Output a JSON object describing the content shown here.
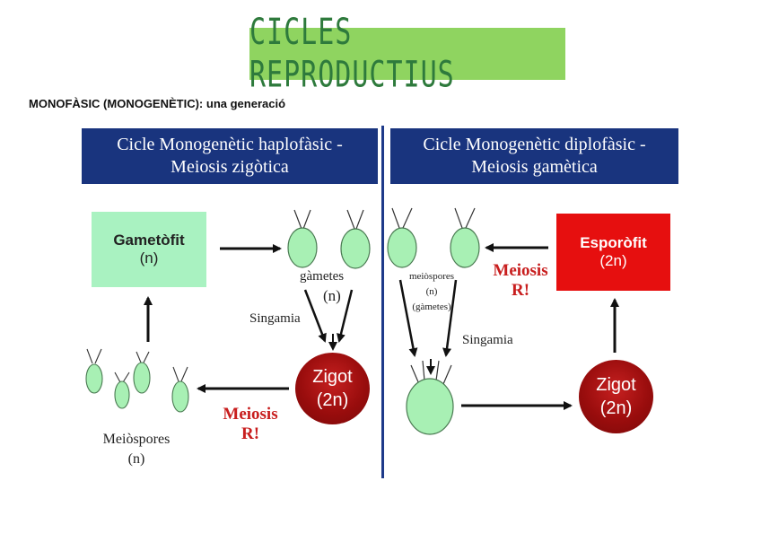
{
  "title": "CICLES REPRODUCTIUS",
  "subtitle": "MONOFÀSIC (MONOGENÈTIC): una generació",
  "left_panel": {
    "header_line1": "Cicle Monogenètic haplofàsic -",
    "header_line2": "Meiosis zigòtica",
    "gametofit_name": "Gametòfit",
    "gametofit_ploidy": "(n)",
    "gametes_label": "gàmetes",
    "gametes_ploidy": "(n)",
    "singamia": "Singamia",
    "zigot_name": "Zigot",
    "zigot_ploidy": "(2n)",
    "meiosis": "Meiosis",
    "meiosis_r": "R!",
    "meiospores_label": "Meiòspores",
    "meiospores_ploidy": "(n)"
  },
  "right_panel": {
    "header_line1": "Cicle Monogenètic diplofàsic -",
    "header_line2": "Meiosis gamètica",
    "esporofit_name": "Esporòfit",
    "esporofit_ploidy": "(2n)",
    "meiosis": "Meiosis",
    "meiosis_r": "R!",
    "meiospores_label": "meiòspores",
    "meiospores_ploidy": "(n)",
    "meiospores_note": "(gàmetes)",
    "singamia": "Singamia",
    "zigot_name": "Zigot",
    "zigot_ploidy": "(2n)"
  },
  "colors": {
    "title_bg": "#8fd460",
    "header_bg": "#19347e",
    "gametofit_bg": "#a9f2c1",
    "esporofit_bg": "#e60f0f",
    "zigot": "#9a0d0d",
    "cell": "#a8f0b4",
    "meiosis_text": "#c81e1e"
  }
}
